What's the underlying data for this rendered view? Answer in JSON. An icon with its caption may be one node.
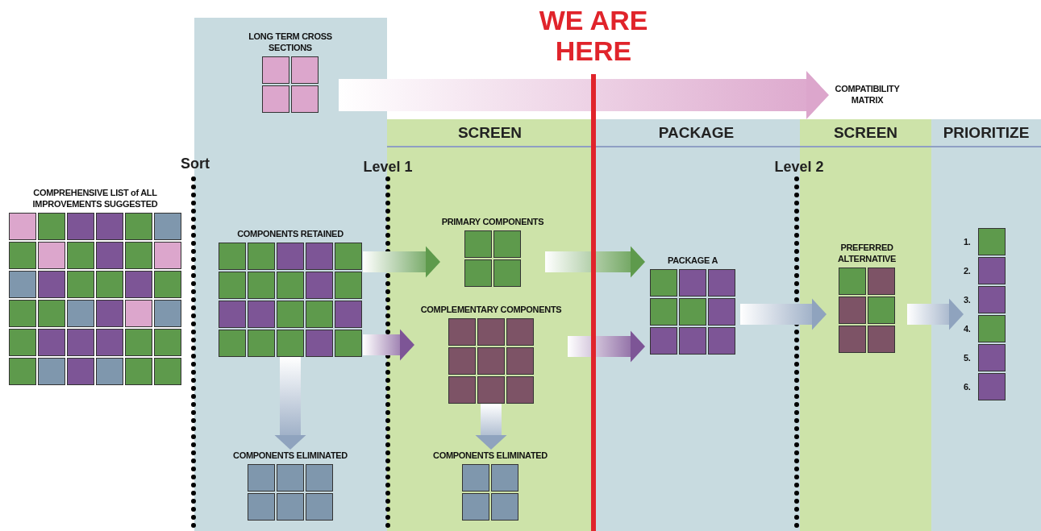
{
  "diagram": {
    "nodes": [
      {
        "text": [
          "COMPREHENSIVE LIST of ALL IMPROVEMENTS SUGGESTED"
        ]
      },
      {
        "text": [
          "LONG TERM CROSS SECTIONS"
        ]
      },
      {
        "text": [
          "COMPATIBILITY MATRIX"
        ]
      },
      {
        "text": [
          "COMPONENTS RETAINED"
        ]
      },
      {
        "text": [
          "PRIMARY COMPONENTS"
        ]
      },
      {
        "text": [
          "COMPLEMENTARY COMPONENTS"
        ]
      },
      {
        "text": [
          "COMPONENTS ELIMINATED"
        ]
      },
      {
        "text": [
          "COMPONENTS ELIMINATED"
        ]
      },
      {
        "text": [
          "PACKAGE A"
        ]
      },
      {
        "text": [
          "PREFERRED ALTERNATIVE"
        ]
      },
      {
        "text": [
          "1.",
          "2.",
          "3.",
          "4.",
          "5.",
          "6."
        ]
      }
    ],
    "edges": [
      {
        "from": 1,
        "to": 2,
        "arrow": "to",
        "color": "#dca6cc"
      },
      {
        "from": 3,
        "to": 4,
        "arrow": "to",
        "color": "#5e9a4c"
      },
      {
        "from": 3,
        "to": 5,
        "arrow": "to",
        "color": "#7d5596"
      },
      {
        "from": 3,
        "to": 6,
        "arrow": "to"
      },
      {
        "from": 4,
        "to": 8,
        "arrow": "to",
        "color": "#5e9a4c"
      },
      {
        "from": 5,
        "to": 8,
        "arrow": "to",
        "color": "#7d5596"
      },
      {
        "from": 5,
        "to": 7,
        "arrow": "to"
      },
      {
        "from": 8,
        "to": 9,
        "arrow": "to"
      },
      {
        "from": 9,
        "to": 10,
        "arrow": "to"
      }
    ],
    "labels": [
      "WE ARE HERE",
      "SCREEN",
      "PACKAGE",
      "SCREEN",
      "PRIORITIZE",
      "Sort",
      "Level 1",
      "Level 2"
    ]
  }
}
